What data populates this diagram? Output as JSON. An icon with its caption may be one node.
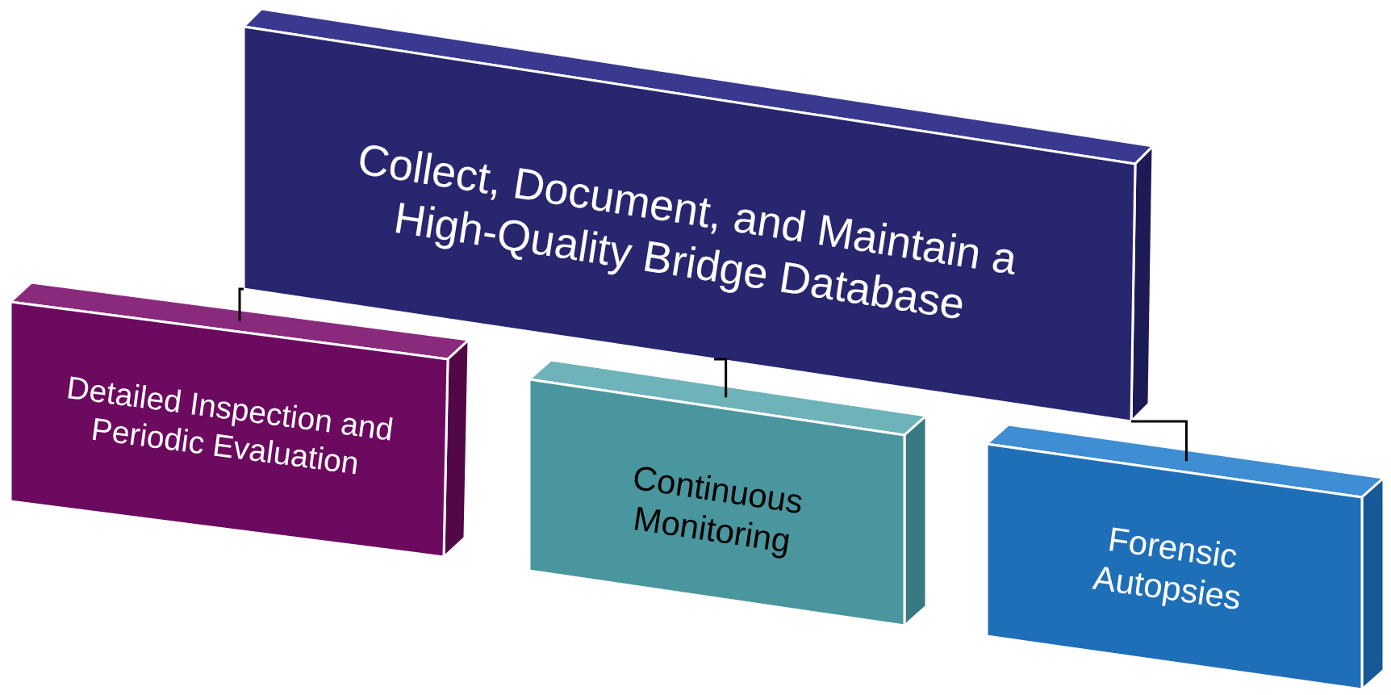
{
  "diagram": {
    "nodes": [
      {
        "text": [
          "Collect, Document, and Maintain a High-Quality Bridge Database"
        ]
      },
      {
        "text": [
          "Detailed Inspection and Periodic Evaluation"
        ]
      },
      {
        "text": [
          "Continuous Monitoring"
        ]
      },
      {
        "text": [
          "Forensic Autopsies"
        ]
      }
    ],
    "edges": [
      {
        "from": 0,
        "to": 1,
        "arrow": "none"
      },
      {
        "from": 0,
        "to": 2,
        "arrow": "none"
      },
      {
        "from": 0,
        "to": 3,
        "arrow": "none"
      }
    ]
  }
}
